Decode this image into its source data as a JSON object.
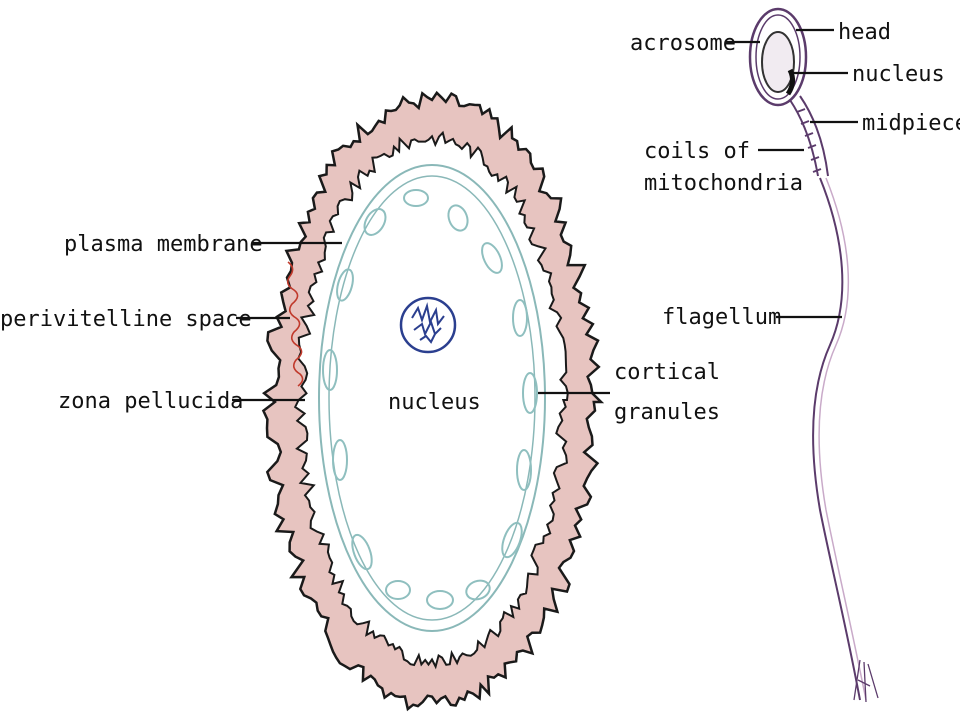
{
  "egg": {
    "labels": {
      "plasma_membrane": "plasma membrane",
      "perivitelline_space": "perivitelline space",
      "zona_pellucida": "zona pellucida",
      "nucleus": "nucleus",
      "cortical_line1": "cortical",
      "cortical_line2": "granules"
    }
  },
  "sperm": {
    "labels": {
      "head": "head",
      "acrosome": "acrosome",
      "nucleus": "nucleus",
      "midpiece": "midpiece",
      "coils_line1": "coils of",
      "coils_line2": "mitochondria",
      "flagellum": "flagellum"
    }
  },
  "colors": {
    "zona_fill": "#e7c4c0",
    "zona_outline": "#1a1a1a",
    "membrane": "#8ab8b8",
    "granule": "#8fbfbf",
    "nucleus_ring": "#2b3f8f",
    "sperm_outline": "#5b3b6b",
    "leader": "#111111"
  }
}
